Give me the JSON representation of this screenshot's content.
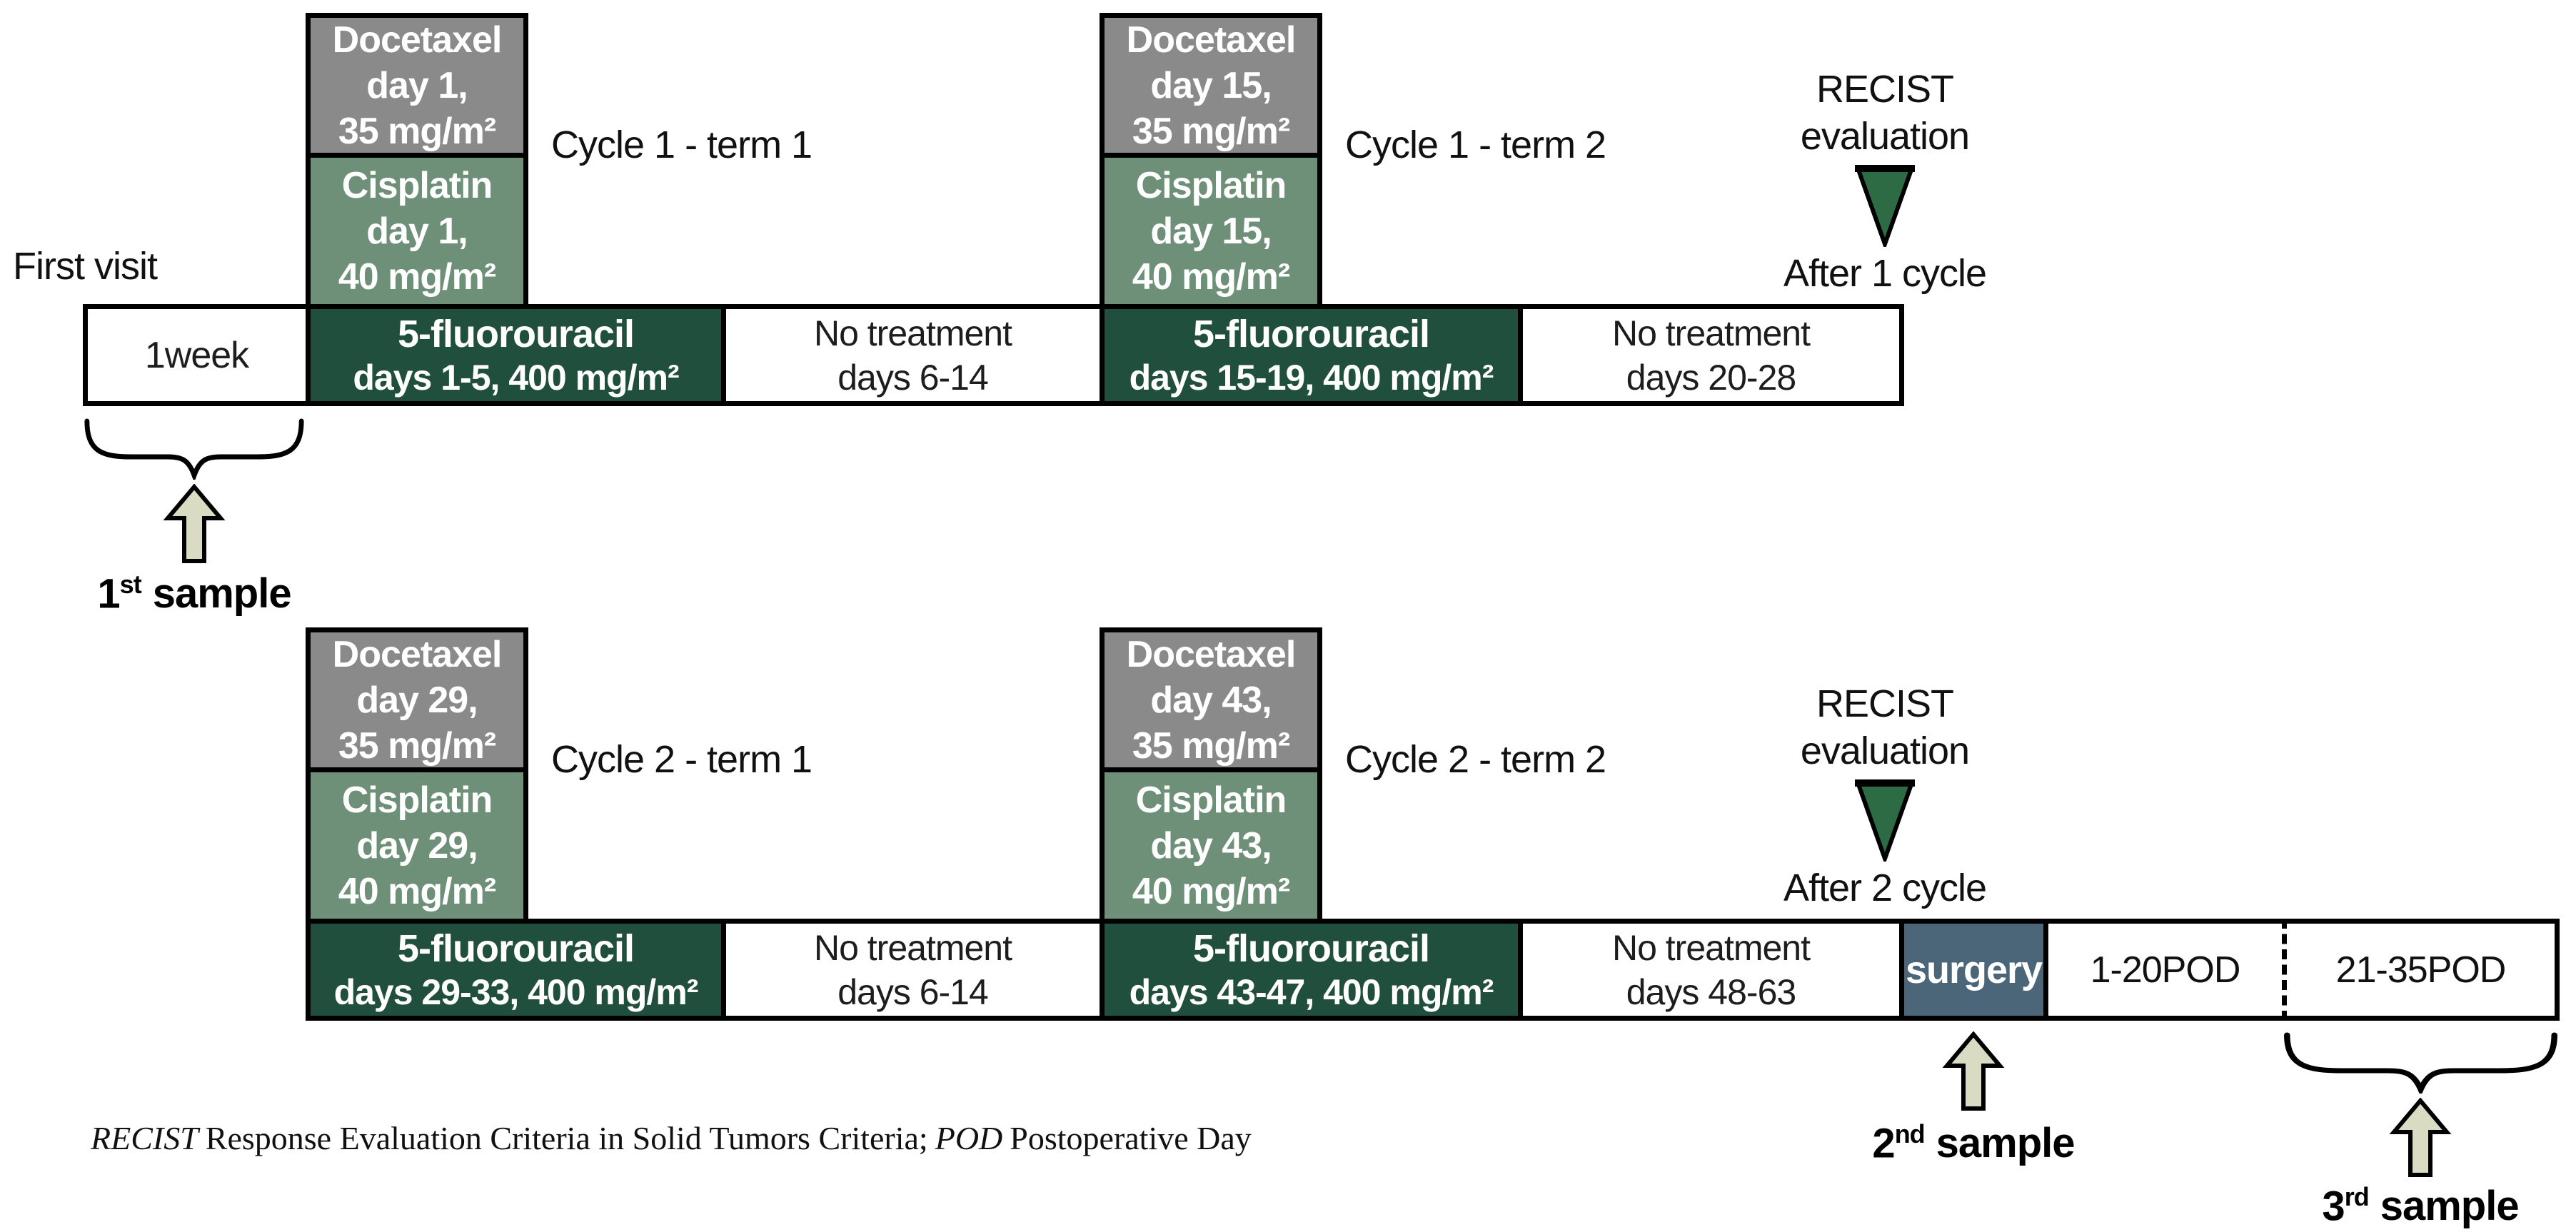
{
  "colors": {
    "docetaxel_gray": "#8a8a8a",
    "cisplatin_sage": "#6f9078",
    "fu_dark_green": "#214f3e",
    "surgery_slate": "#4b6579",
    "recist_triangle_green": "#2d6b45",
    "sample_arrow_beige": "#d9dcc3",
    "border_black": "#000000"
  },
  "row1": {
    "first_visit": "First visit",
    "week_box": "1week",
    "term1": {
      "docetaxel": {
        "l1": "Docetaxel",
        "l2": "day 1,",
        "l3": "35 mg/m²"
      },
      "cisplatin": {
        "l1": "Cisplatin",
        "l2": "day 1,",
        "l3": "40 mg/m²"
      },
      "fu": {
        "l1": "5-fluorouracil",
        "l2": "days 1-5, 400 mg/m²"
      },
      "label": "Cycle 1 - term 1",
      "no_treatment": {
        "l1": "No treatment",
        "l2": "days 6-14"
      }
    },
    "term2": {
      "docetaxel": {
        "l1": "Docetaxel",
        "l2": "day 15,",
        "l3": "35 mg/m²"
      },
      "cisplatin": {
        "l1": "Cisplatin",
        "l2": "day 15,",
        "l3": "40 mg/m²"
      },
      "fu": {
        "l1": "5-fluorouracil",
        "l2": "days 15-19, 400 mg/m²"
      },
      "label": "Cycle 1 - term 2",
      "no_treatment": {
        "l1": "No treatment",
        "l2": "days 20-28"
      }
    },
    "recist": {
      "l1": "RECIST",
      "l2": "evaluation",
      "after": "After 1 cycle"
    },
    "sample": {
      "num": "1",
      "sup": "st",
      "word": "sample"
    }
  },
  "row2": {
    "term1": {
      "docetaxel": {
        "l1": "Docetaxel",
        "l2": "day 29,",
        "l3": "35 mg/m²"
      },
      "cisplatin": {
        "l1": "Cisplatin",
        "l2": "day 29,",
        "l3": "40 mg/m²"
      },
      "fu": {
        "l1": "5-fluorouracil",
        "l2": "days 29-33, 400 mg/m²"
      },
      "label": "Cycle 2 - term 1",
      "no_treatment": {
        "l1": "No treatment",
        "l2": "days 6-14"
      }
    },
    "term2": {
      "docetaxel": {
        "l1": "Docetaxel",
        "l2": "day 43,",
        "l3": "35 mg/m²"
      },
      "cisplatin": {
        "l1": "Cisplatin",
        "l2": "day 43,",
        "l3": "40 mg/m²"
      },
      "fu": {
        "l1": "5-fluorouracil",
        "l2": "days 43-47, 400 mg/m²"
      },
      "label": "Cycle 2 - term 2",
      "no_treatment": {
        "l1": "No treatment",
        "l2": "days 48-63"
      }
    },
    "recist": {
      "l1": "RECIST",
      "l2": "evaluation",
      "after": "After 2 cycle"
    },
    "surgery": "surgery",
    "pod1": "1-20POD",
    "pod2": "21-35POD",
    "sample2": {
      "num": "2",
      "sup": "nd",
      "word": "sample"
    },
    "sample3": {
      "num": "3",
      "sup": "rd",
      "word": "sample"
    }
  },
  "footnote": {
    "abbr1": "RECIST",
    "text1": "Response Evaluation Criteria in Solid Tumors Criteria;",
    "abbr2": "POD",
    "text2": "Postoperative Day"
  }
}
